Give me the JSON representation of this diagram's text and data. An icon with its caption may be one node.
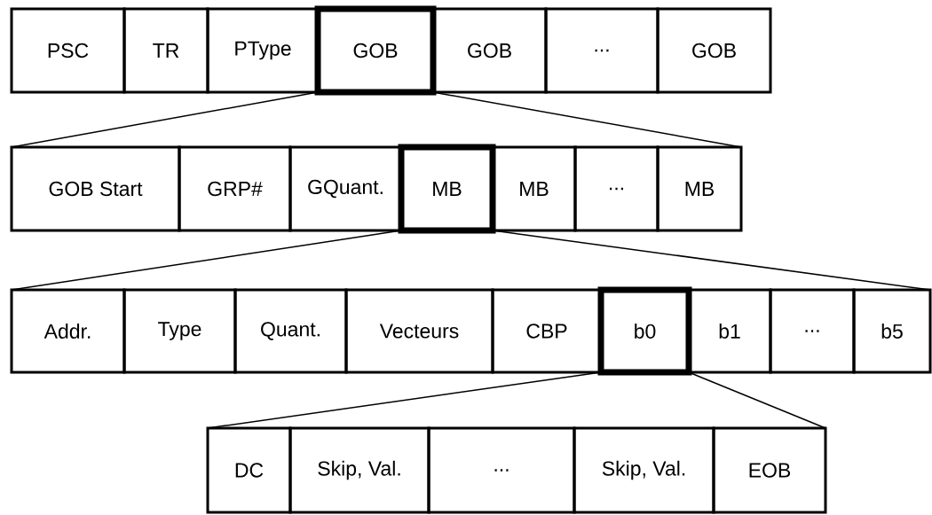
{
  "diagram": {
    "nodes": [
      {
        "text": [
          "PSC"
        ]
      },
      {
        "text": [
          "TR"
        ]
      },
      {
        "text": [
          "PType"
        ]
      },
      {
        "text": [
          "GOB"
        ]
      },
      {
        "text": [
          "GOB"
        ]
      },
      {
        "text": [
          "..."
        ]
      },
      {
        "text": [
          "GOB"
        ]
      },
      {
        "text": [
          "GOB Start"
        ]
      },
      {
        "text": [
          "GRP#"
        ]
      },
      {
        "text": [
          "GQuant."
        ]
      },
      {
        "text": [
          "MB"
        ]
      },
      {
        "text": [
          "MB"
        ]
      },
      {
        "text": [
          "..."
        ]
      },
      {
        "text": [
          "MB"
        ]
      },
      {
        "text": [
          "Addr."
        ]
      },
      {
        "text": [
          "Type"
        ]
      },
      {
        "text": [
          "Quant."
        ]
      },
      {
        "text": [
          "Vecteurs"
        ]
      },
      {
        "text": [
          "CBP"
        ]
      },
      {
        "text": [
          "b0"
        ]
      },
      {
        "text": [
          "b1"
        ]
      },
      {
        "text": [
          "..."
        ]
      },
      {
        "text": [
          "b5"
        ]
      },
      {
        "text": [
          "DC"
        ]
      },
      {
        "text": [
          "Skip, Val."
        ]
      },
      {
        "text": [
          "..."
        ]
      },
      {
        "text": [
          "Skip, Val."
        ]
      },
      {
        "text": [
          "EOB"
        ]
      }
    ],
    "edges": [
      {
        "from": 3,
        "to": 7,
        "arrow": "none"
      },
      {
        "from": 3,
        "to": 13,
        "arrow": "none"
      },
      {
        "from": 10,
        "to": 14,
        "arrow": "none"
      },
      {
        "from": 10,
        "to": 22,
        "arrow": "none"
      },
      {
        "from": 19,
        "to": 23,
        "arrow": "none"
      },
      {
        "from": 19,
        "to": 27,
        "arrow": "none"
      }
    ]
  }
}
